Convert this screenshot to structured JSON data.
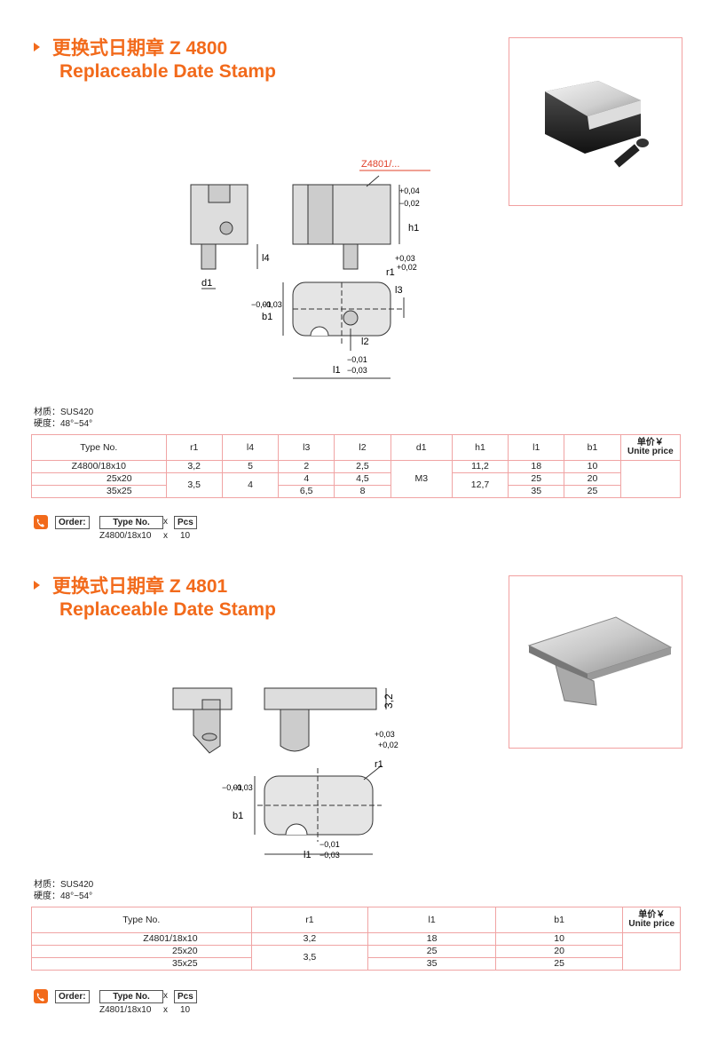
{
  "sections": [
    {
      "title_cn": "更换式日期章 Z 4800",
      "title_en": "Replaceable Date Stamp",
      "callout": "Z4801/...",
      "dims": {
        "d1": "d1",
        "l4": "l4",
        "l3": "l3",
        "l2": "l2",
        "h1": "h1",
        "h1_tol_top": "+0,04",
        "h1_tol_bot": "−0,02",
        "r1": "r1",
        "r1_tol_top": "+0,03",
        "r1_tol_bot": "+0,02",
        "b1": "b1",
        "b1_tol_top": "−0,01",
        "b1_tol_bot": "−0,03",
        "l1": "l1",
        "l1_tol_top": "−0,01",
        "l1_tol_bot": "−0,03"
      },
      "material": "材质：SUS420",
      "hardness": "硬度：48°~54°",
      "table": {
        "headers": [
          "Type No.",
          "r1",
          "l4",
          "l3",
          "l2",
          "d1",
          "h1",
          "l1",
          "b1"
        ],
        "price_cn": "单价￥",
        "price_en": "Unite price",
        "rows": [
          [
            "Z4800/18x10",
            "3,2",
            "5",
            "2",
            "2,5",
            "",
            "11,2",
            "18",
            "10"
          ],
          [
            "25x20",
            "",
            "",
            "4",
            "4,5",
            "",
            "",
            "25",
            "20"
          ],
          [
            "35x25",
            "",
            "",
            "6,5",
            "8",
            "",
            "",
            "35",
            "25"
          ]
        ],
        "merged": {
          "r1": "3,5",
          "l4": "4",
          "d1": "M3",
          "h1": "12,7"
        }
      },
      "order": {
        "label": "Order:",
        "type_no": "Type No.",
        "x": "x",
        "pcs": "Pcs",
        "example_type": "Z4800/18x10",
        "example_x": "x",
        "example_pcs": "10"
      }
    },
    {
      "title_cn": "更换式日期章 Z 4801",
      "title_en": "Replaceable Date Stamp",
      "dims": {
        "h": "3,2",
        "r1": "r1",
        "r1_tol_top": "+0,03",
        "r1_tol_bot": "+0,02",
        "b1": "b1",
        "b1_tol_top": "−0,01",
        "b1_tol_bot": "−0,03",
        "l1": "l1",
        "l1_tol_top": "−0,01",
        "l1_tol_bot": "−0,03"
      },
      "material": "材质：SUS420",
      "hardness": "硬度：48°~54°",
      "table": {
        "headers": [
          "Type No.",
          "r1",
          "l1",
          "b1"
        ],
        "price_cn": "单价￥",
        "price_en": "Unite price",
        "rows": [
          [
            "Z4801/18x10",
            "3,2",
            "18",
            "10"
          ],
          [
            "25x20",
            "",
            "25",
            "20"
          ],
          [
            "35x25",
            "",
            "35",
            "25"
          ]
        ],
        "merged": {
          "r1": "3,5"
        }
      },
      "order": {
        "label": "Order:",
        "type_no": "Type No.",
        "x": "x",
        "pcs": "Pcs",
        "example_type": "Z4801/18x10",
        "example_x": "x",
        "example_pcs": "10"
      }
    }
  ],
  "colors": {
    "accent": "#f26a1b",
    "table_border": "#f0a4a4",
    "photo_border": "#f2a0a0"
  }
}
